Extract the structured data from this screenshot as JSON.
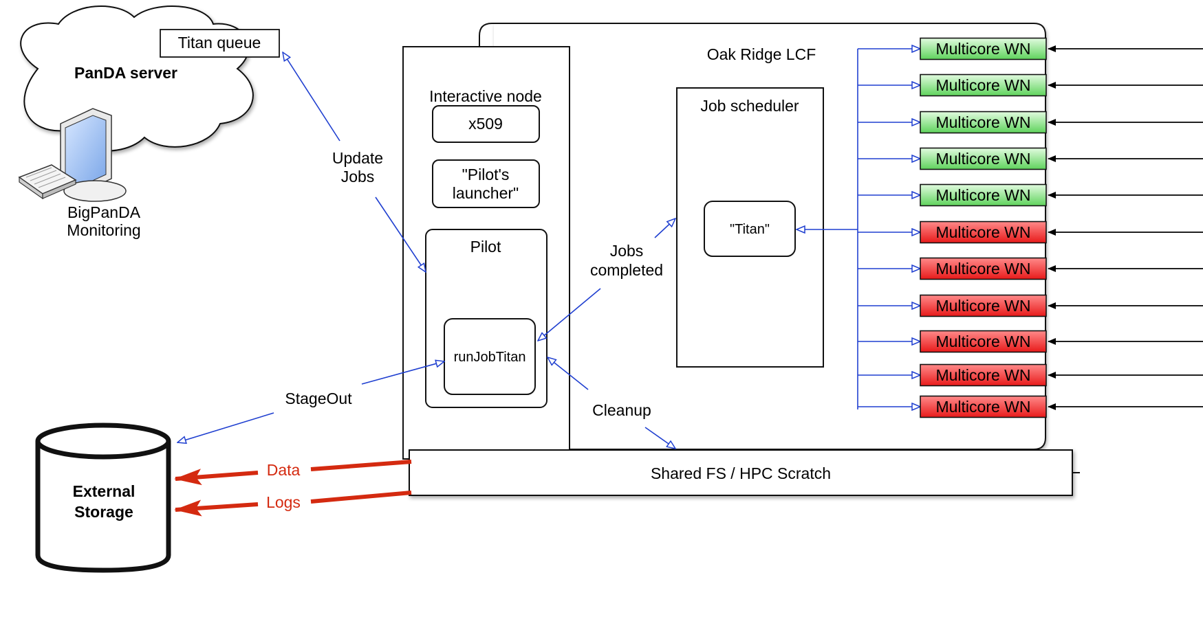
{
  "cloud": {
    "title": "PanDA server",
    "queue_label": "Titan queue"
  },
  "monitoring": {
    "line1": "BigPanDA",
    "line2": "Monitoring"
  },
  "arrows": {
    "update_jobs_1": "Update",
    "update_jobs_2": "Jobs",
    "jobs_completed_1": "Jobs",
    "jobs_completed_2": "completed",
    "stageout": "StageOut",
    "cleanup": "Cleanup",
    "data": "Data",
    "logs": "Logs"
  },
  "facility": {
    "title": "Oak Ridge LCF"
  },
  "interactive": {
    "title": "Interactive node",
    "x509": "x509",
    "launcher_1": "\"Pilot's",
    "launcher_2": "launcher\"",
    "pilot": "Pilot",
    "runjob": "runJobTitan"
  },
  "scheduler": {
    "title": "Job scheduler",
    "titan": "\"Titan\""
  },
  "shared_fs": {
    "label": "Shared FS  /  HPC Scratch"
  },
  "storage": {
    "line1": "External",
    "line2": "Storage"
  },
  "worker_nodes": [
    {
      "label": "Multicore WN",
      "status": "green"
    },
    {
      "label": "Multicore WN",
      "status": "green"
    },
    {
      "label": "Multicore WN",
      "status": "green"
    },
    {
      "label": "Multicore WN",
      "status": "green"
    },
    {
      "label": "Multicore WN",
      "status": "green"
    },
    {
      "label": "Multicore WN",
      "status": "red"
    },
    {
      "label": "Multicore WN",
      "status": "red"
    },
    {
      "label": "Multicore WN",
      "status": "red"
    },
    {
      "label": "Multicore WN",
      "status": "red"
    },
    {
      "label": "Multicore WN",
      "status": "red"
    },
    {
      "label": "Multicore WN",
      "status": "red"
    }
  ],
  "colors": {
    "flow_blue": "#1f3fd0",
    "data_red": "#d42a10",
    "wn_green": "#8ee08a",
    "wn_red": "#ff3b3b"
  }
}
